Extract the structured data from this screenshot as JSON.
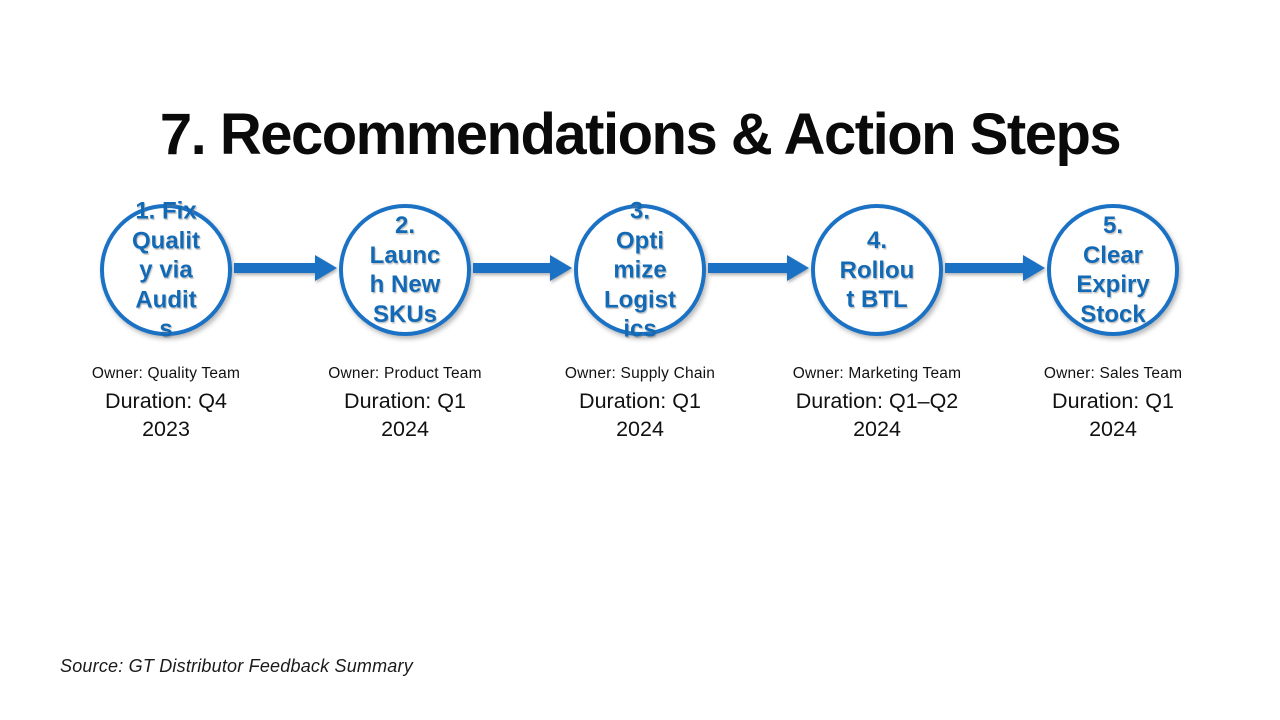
{
  "slide": {
    "title": "7. Recommendations & Action Steps",
    "source": "Source: GT Distributor Feedback Summary",
    "colors": {
      "accent": "#1b72c4",
      "text-accent": "#1269b5"
    },
    "steps": [
      {
        "label": "1. Fix Quality via Audits",
        "lines": [
          "1. Fix",
          "Qualit",
          "y via",
          "Audit",
          "s"
        ],
        "owner": "Owner: Quality Team",
        "duration_lines": [
          "Duration: Q4",
          "2023"
        ]
      },
      {
        "label": "2. Launch New SKUs",
        "lines": [
          "2.",
          "Launc",
          "h New",
          "SKUs"
        ],
        "owner": "Owner: Product Team",
        "duration_lines": [
          "Duration: Q1",
          "2024"
        ]
      },
      {
        "label": "3. Optimize Logistics",
        "lines": [
          "3.",
          "Opti",
          "mize",
          "Logist",
          "ics"
        ],
        "owner": "Owner: Supply Chain",
        "duration_lines": [
          "Duration: Q1",
          "2024"
        ]
      },
      {
        "label": "4. Rollout BTL",
        "lines": [
          "4.",
          "Rollou",
          "t BTL"
        ],
        "owner": "Owner: Marketing Team",
        "duration_lines": [
          "Duration: Q1–Q2",
          "2024"
        ]
      },
      {
        "label": "5. Clear Expiry Stock",
        "lines": [
          "5.",
          "Clear",
          "Expiry",
          "Stock"
        ],
        "owner": "Owner: Sales Team",
        "duration_lines": [
          "Duration: Q1",
          "2024"
        ]
      }
    ]
  }
}
